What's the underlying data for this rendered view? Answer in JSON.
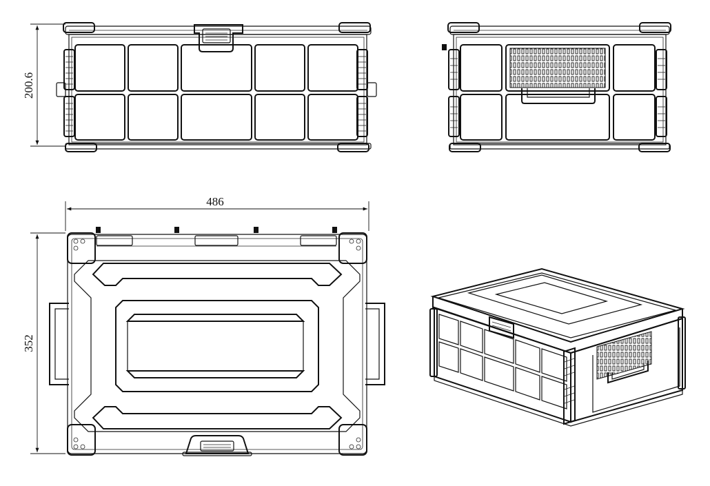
{
  "dimensions": {
    "height": "200.6",
    "width": "486",
    "depth": "352"
  },
  "colors": {
    "line": "#111111",
    "background": "#ffffff"
  }
}
